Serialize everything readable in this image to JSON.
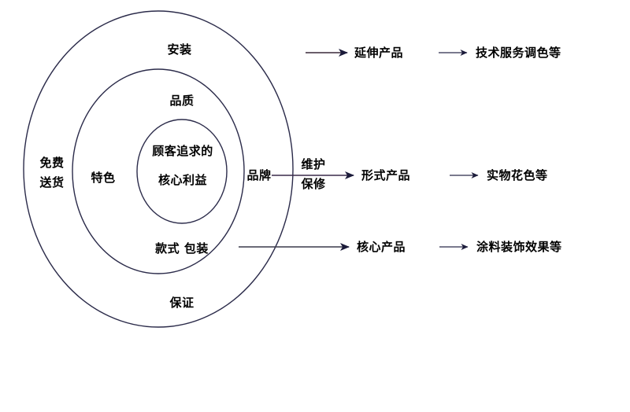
{
  "diagram": {
    "type": "concentric-product-levels",
    "background_color": "#ffffff",
    "stroke_color": "#2b2b4a",
    "text_color": "#000000",
    "rings": [
      {
        "name": "outer-ring",
        "labels": [
          {
            "id": "install",
            "text": "安装"
          },
          {
            "id": "free-delivery",
            "text": "免费\n送货"
          },
          {
            "id": "warranty-maintenance",
            "text": "维护\n保修"
          },
          {
            "id": "guarantee",
            "text": "保证"
          }
        ]
      },
      {
        "name": "middle-ring",
        "labels": [
          {
            "id": "quality",
            "text": "品质"
          },
          {
            "id": "features",
            "text": "特色"
          },
          {
            "id": "brand",
            "text": "品牌"
          },
          {
            "id": "style-packaging",
            "text": "款式  包装"
          }
        ]
      },
      {
        "name": "inner-core",
        "labels": [
          {
            "id": "core-line-1",
            "text": "顾客追求的"
          },
          {
            "id": "core-line-2",
            "text": "核心利益"
          }
        ]
      }
    ],
    "callouts": [
      {
        "id": "extended-product",
        "level_label": "延伸产品",
        "example_label": "技术服务调色等"
      },
      {
        "id": "formal-product",
        "level_label": "形式产品",
        "example_label": "实物花色等"
      },
      {
        "id": "core-product",
        "level_label": "核心产品",
        "example_label": "涂料装饰效果等"
      }
    ]
  }
}
